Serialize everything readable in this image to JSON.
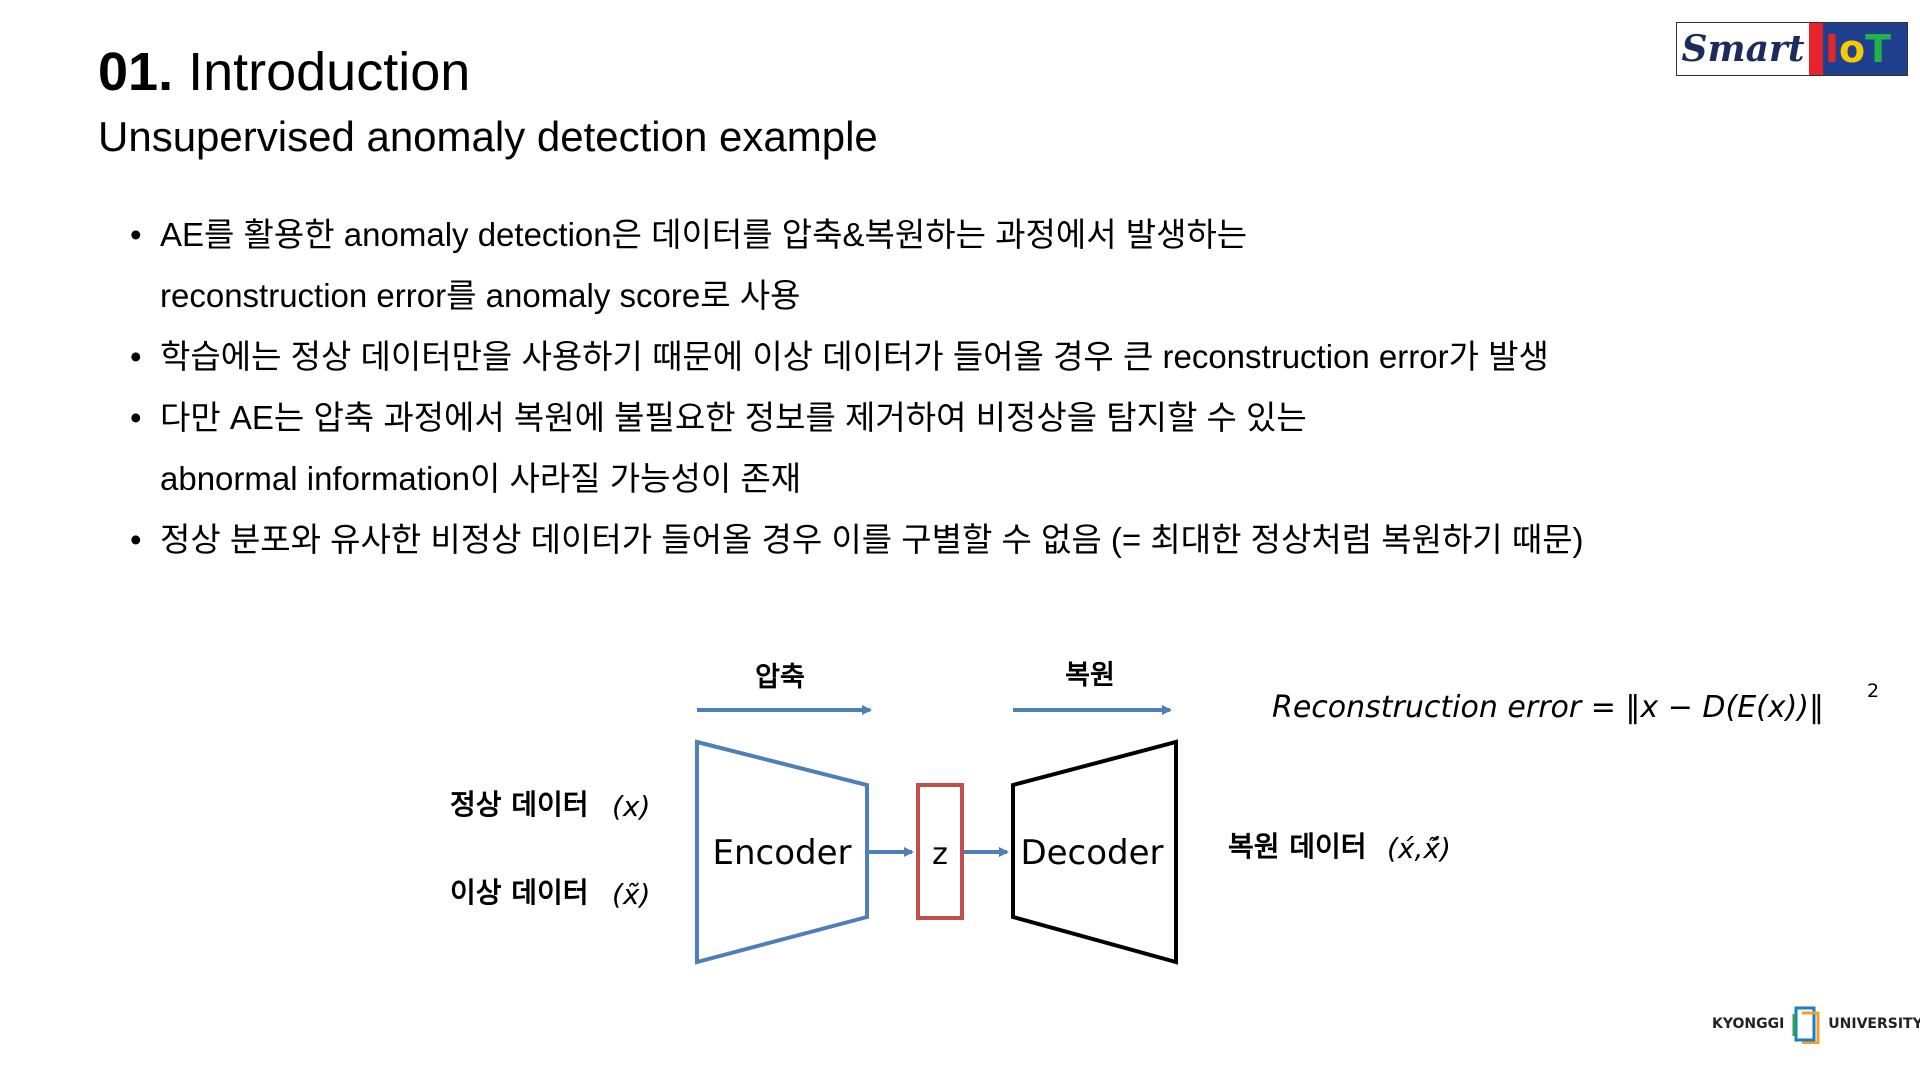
{
  "header": {
    "title_number": "01.",
    "title_text": "Introduction",
    "subtitle": "Unsupervised anomaly detection example"
  },
  "brand": {
    "logo_left": "Smart",
    "logo_right_1": "I",
    "logo_right_2": "o",
    "logo_right_3": "T",
    "university_left": "KYONGGI",
    "university_right": "UNIVERSITY"
  },
  "bullets": [
    {
      "line1": "AE를 활용한 anomaly detection은 데이터를 압축&복원하는 과정에서 발생하는",
      "line2": "reconstruction error를 anomaly score로 사용"
    },
    {
      "line1": "학습에는 정상 데이터만을 사용하기 때문에 이상 데이터가 들어올 경우 큰 reconstruction error가 발생"
    },
    {
      "line1": "다만 AE는 압축 과정에서 복원에 불필요한 정보를 제거하여 비정상을 탐지할 수 있는",
      "line2": "abnormal information이 사라질 가능성이 존재"
    },
    {
      "line1": "정상 분포와 유사한 비정상 데이터가 들어올 경우 이를 구별할 수 없음 (= 최대한 정상처럼 복원하기 때문)"
    }
  ],
  "diagram": {
    "compress_label": "압축",
    "restore_label": "복원",
    "encoder_label": "Encoder",
    "latent_label": "z",
    "decoder_label": "Decoder",
    "normal_input_label": "정상 데이터",
    "normal_input_symbol": "(x)",
    "abnormal_input_label": "이상 데이터",
    "abnormal_input_symbol": "(x̃)",
    "output_label": "복원 데이터",
    "output_symbol": "(x́,x̃́)",
    "formula": "Reconstruction error = ‖x − D(E(x))‖",
    "formula_exponent": "2",
    "colors": {
      "encoder": "#4f7fb8",
      "latent": "#c0504d",
      "decoder": "#000000",
      "arrow": "#4f7fb8"
    }
  }
}
